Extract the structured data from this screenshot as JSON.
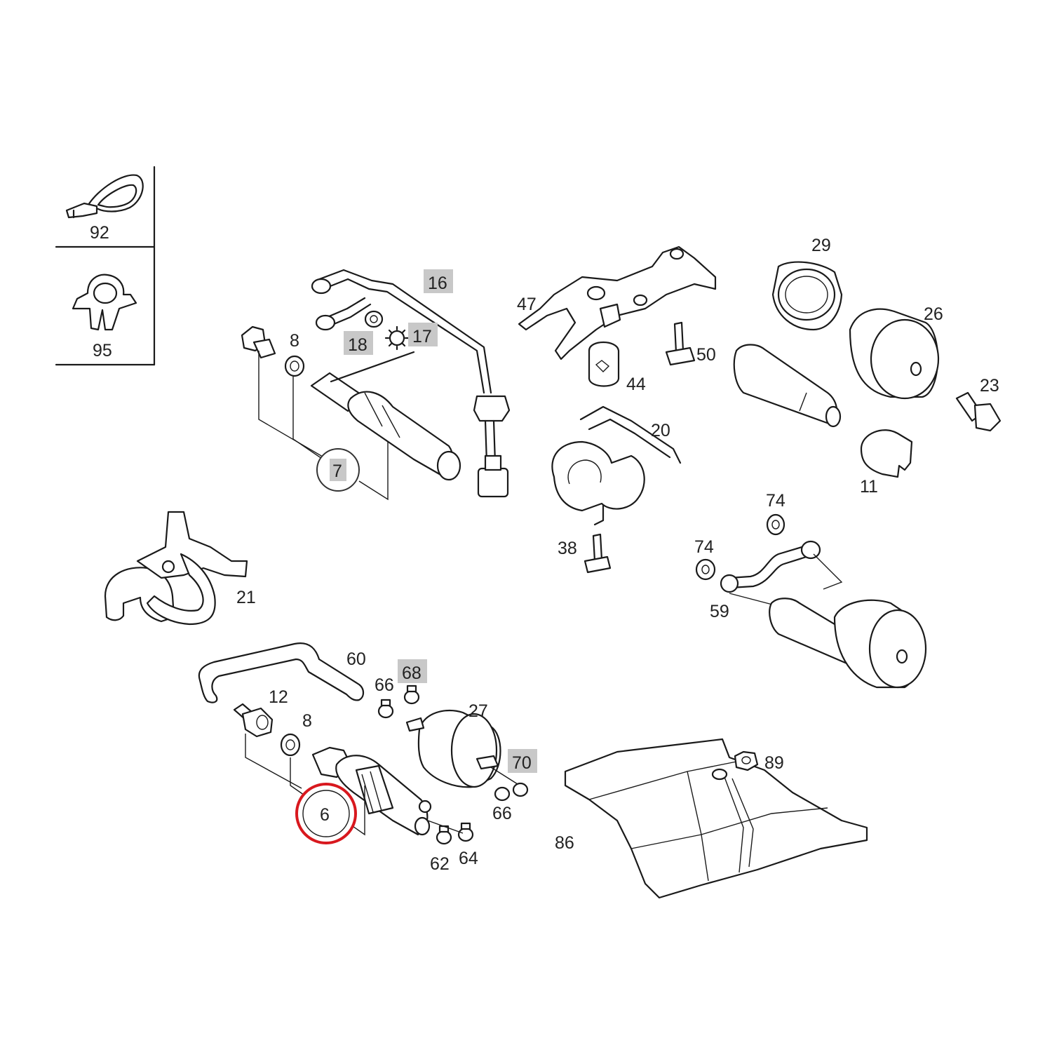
{
  "diagram": {
    "highlight_color": "#c8c8c8",
    "selected_color": "#d8181e",
    "callouts": {
      "c92": "92",
      "c95": "95",
      "c16": "16",
      "c8a": "8",
      "c18": "18",
      "c17": "17",
      "c7": "7",
      "c47": "47",
      "c44": "44",
      "c50": "50",
      "c20": "20",
      "c38": "38",
      "c29": "29",
      "c26": "26",
      "c23": "23",
      "c11": "11",
      "c74a": "74",
      "c74b": "74",
      "c59": "59",
      "c21": "21",
      "c60": "60",
      "c68": "68",
      "c66a": "66",
      "c12": "12",
      "c8b": "8",
      "c27": "27",
      "c70": "70",
      "c66b": "66",
      "c6": "6",
      "c62": "62",
      "c64": "64",
      "c89": "89",
      "c86": "86"
    }
  }
}
